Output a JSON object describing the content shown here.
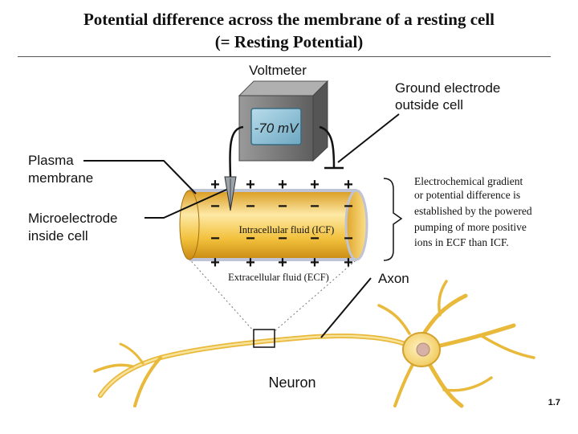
{
  "title": {
    "line1": "Potential difference across the membrane of a resting cell",
    "line2": "(= Resting Potential)"
  },
  "labels": {
    "voltmeter": "Voltmeter",
    "reading": "-70 mV",
    "ground_line1": "Ground electrode",
    "ground_line2": "outside cell",
    "plasma_line1": "Plasma",
    "plasma_line2": "membrane",
    "micro_line1": "Microelectrode",
    "micro_line2": "inside cell",
    "icf": "Intracellular fluid (ICF)",
    "ecf": "Extracellular fluid (ECF)",
    "axon": "Axon",
    "neuron": "Neuron",
    "slide_number": "1.7"
  },
  "gradient_text": [
    "Electrochemical gradient",
    "or potential difference is",
    "established by the powered",
    "pumping of more positive",
    "ions in ECF than ICF."
  ],
  "charges": {
    "positive": "+",
    "negative": "−"
  },
  "colors": {
    "axon_fill": "#f2c13c",
    "axon_light": "#fde9a6",
    "membrane": "#bfc3d6",
    "voltmeter_body": "#7b7b7b",
    "screen": "#8fc1d6",
    "neuron_fill": "#f4d57a"
  }
}
